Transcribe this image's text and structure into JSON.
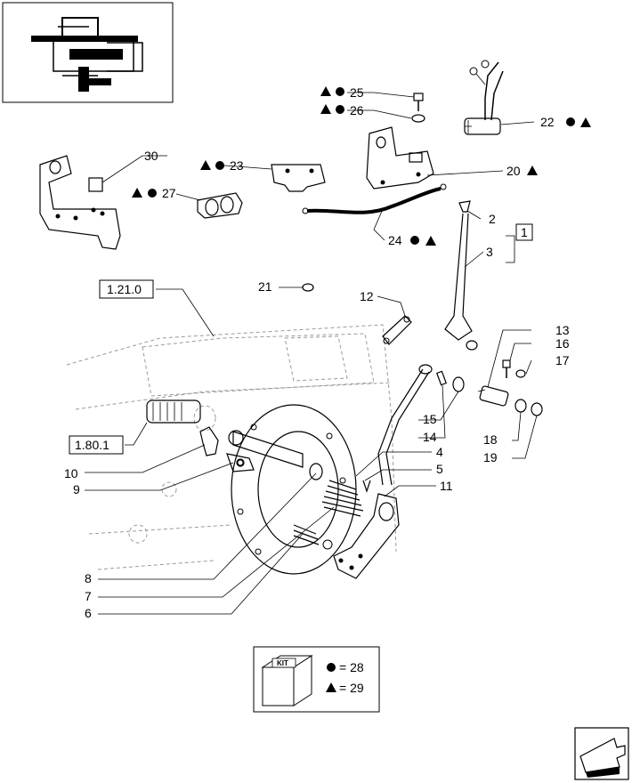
{
  "callouts": [
    {
      "id": "c2",
      "text": "2"
    },
    {
      "id": "c3",
      "text": "3"
    },
    {
      "id": "c4",
      "text": "4"
    },
    {
      "id": "c5",
      "text": "5"
    },
    {
      "id": "c6",
      "text": "6"
    },
    {
      "id": "c7",
      "text": "7"
    },
    {
      "id": "c8",
      "text": "8"
    },
    {
      "id": "c9",
      "text": "9"
    },
    {
      "id": "c10",
      "text": "10"
    },
    {
      "id": "c11",
      "text": "11"
    },
    {
      "id": "c12",
      "text": "12"
    },
    {
      "id": "c13",
      "text": "13"
    },
    {
      "id": "c14",
      "text": "14"
    },
    {
      "id": "c15",
      "text": "15"
    },
    {
      "id": "c16",
      "text": "16"
    },
    {
      "id": "c17",
      "text": "17"
    },
    {
      "id": "c18",
      "text": "18"
    },
    {
      "id": "c19",
      "text": "19"
    },
    {
      "id": "c20",
      "text": "20"
    },
    {
      "id": "c21",
      "text": "21"
    },
    {
      "id": "c22",
      "text": "22"
    },
    {
      "id": "c23",
      "text": "23"
    },
    {
      "id": "c24",
      "text": "24"
    },
    {
      "id": "c25",
      "text": "25"
    },
    {
      "id": "c26",
      "text": "26"
    },
    {
      "id": "c27",
      "text": "27"
    },
    {
      "id": "c30",
      "text": "30"
    }
  ],
  "refs": {
    "r121": "1.21.0",
    "r1801": "1.80.1",
    "box1": "1"
  },
  "kit": {
    "box_label": "KIT",
    "circle_text": "= 28",
    "triangle_text": "= 29"
  }
}
